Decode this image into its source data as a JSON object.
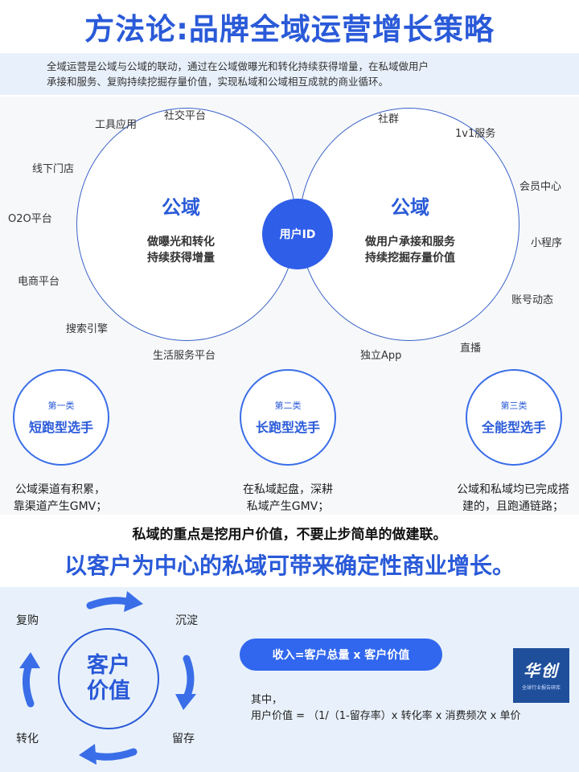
{
  "title": "方法论:品牌全域运营增长策略",
  "intro": {
    "line1": "全域运营是公域与公域的联动，通过在公域做曝光和转化持续获得增量，在私域做用户",
    "line2": "承接和服务、复购持续挖掘存量价值，实现私域和公域相互成就的商业循环。"
  },
  "diagram": {
    "left_circle": {
      "title": "公域",
      "desc1": "做曝光和转化",
      "desc2": "持续获得增量"
    },
    "right_circle": {
      "title": "公域",
      "desc1": "做用户承接和服务",
      "desc2": "持续挖掘存量价值"
    },
    "center": "用户ID",
    "left_channels": [
      "工具应用",
      "社交平台",
      "线下门店",
      "O2O平台",
      "电商平台",
      "搜索引擎",
      "生活服务平台"
    ],
    "right_channels": [
      "社群",
      "1v1服务",
      "会员中心",
      "小程序",
      "账号动态",
      "直播",
      "独立App"
    ]
  },
  "types": [
    {
      "category": "第一类",
      "name": "短跑型选手",
      "desc1": "公域渠道有积累，",
      "desc2": "靠渠道产生GMV；"
    },
    {
      "category": "第二类",
      "name": "长跑型选手",
      "desc1": "在私域起盘，深耕",
      "desc2": "私域产生GMV；"
    },
    {
      "category": "第三类",
      "name": "全能型选手",
      "desc1": "公域和私域均已完成搭",
      "desc2": "建的，且跑通链路；"
    }
  ],
  "keypoint": "私域的重点是挖用户价值，不要止步简单的做建联。",
  "slogan": "以客户为中心的私域可带来确定性商业增长。",
  "cycle": {
    "center_line1": "客户",
    "center_line2": "价值",
    "labels": {
      "top_left": "复购",
      "top_right": "沉淀",
      "bottom_left": "转化",
      "bottom_right": "留存"
    }
  },
  "formula": {
    "pill": "收入=客户总量 x 客户价值",
    "note_line1": "其中，",
    "note_line2": "用户价值 = （1/（1-留存率）x 转化率  x 消费频次 x 单价"
  },
  "logo": {
    "main": "华创",
    "sub": "全球行业报告研库"
  },
  "colors": {
    "brand": "#2a5ad8",
    "accent": "#3167ee",
    "band": "#e8f1fb"
  }
}
